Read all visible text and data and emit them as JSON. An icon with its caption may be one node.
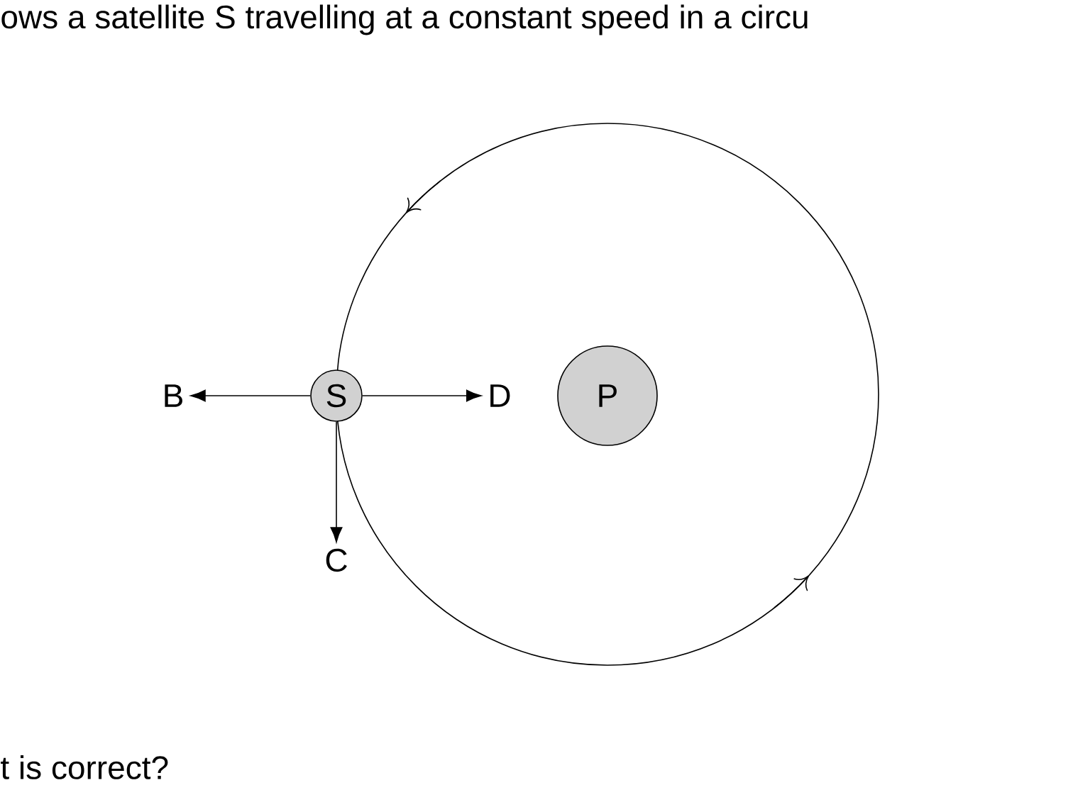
{
  "diagram": {
    "nodes": [
      {
        "text": [
          "S"
        ]
      },
      {
        "text": [
          "P"
        ]
      },
      {
        "text": [
          "B"
        ]
      },
      {
        "text": [
          "C"
        ]
      },
      {
        "text": [
          "D"
        ]
      }
    ],
    "edges": [
      {
        "from": 0,
        "to": 2,
        "arrow": "to"
      },
      {
        "from": 0,
        "to": 4,
        "arrow": "to"
      },
      {
        "from": 0,
        "to": 3,
        "arrow": "to"
      }
    ],
    "labels": [
      "ows a satellite S travelling at a constant speed in a circu",
      "t is correct?"
    ]
  }
}
